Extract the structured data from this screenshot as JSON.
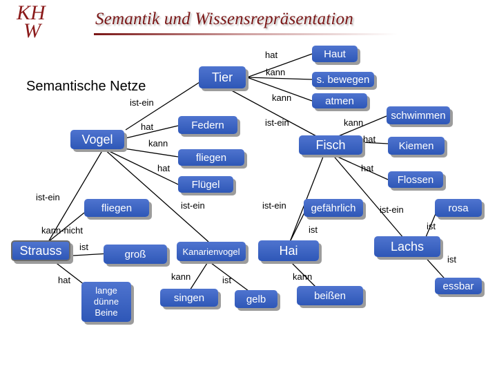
{
  "header": {
    "logo_line1": "KH",
    "logo_line2": "W",
    "title": "Semantik und Wissensrepräsentation"
  },
  "page_title": "Semantische Netze",
  "nodes": {
    "tier": "Tier",
    "haut": "Haut",
    "s_bewegen": "s. bewegen",
    "atmen": "atmen",
    "vogel": "Vogel",
    "federn": "Federn",
    "fliegen_top": "fliegen",
    "fluegel": "Flügel",
    "fisch": "Fisch",
    "schwimmen": "schwimmen",
    "kiemen": "Kiemen",
    "flossen": "Flossen",
    "fliegen_mid": "fliegen",
    "gefaehrlich": "gefährlich",
    "rosa": "rosa",
    "strauss": "Strauss",
    "gross": "groß",
    "kanarienvogel": "Kanarienvogel",
    "hai": "Hai",
    "lachs": "Lachs",
    "lange_beine": "lange\ndünne\nBeine",
    "singen": "singen",
    "gelb": "gelb",
    "beissen": "beißen",
    "essbar": "essbar"
  },
  "labels": {
    "tier_hat": "hat",
    "tier_kann_bewegen": "kann",
    "tier_kann_atmen": "kann",
    "vogel_ist_ein": "ist-ein",
    "fisch_ist_ein": "ist-ein",
    "fisch_kann": "kann",
    "fisch_hat_kiemen": "hat",
    "fisch_hat_flossen": "hat",
    "vogel_hat_federn": "hat",
    "vogel_kann": "kann",
    "vogel_hat_fluegel": "hat",
    "strauss_ist_ein": "ist-ein",
    "kanarien_ist_ein": "ist-ein",
    "hai_ist_ein": "ist-ein",
    "lachs_ist_ein": "ist-ein",
    "kann_nicht": "kann-nicht",
    "strauss_ist": "ist",
    "strauss_hat": "hat",
    "hai_ist": "ist",
    "lachs_ist_rosa": "ist",
    "kanarien_kann": "kann",
    "kanarien_ist": "ist",
    "hai_kann": "kann",
    "lachs_ist_essbar": "ist"
  }
}
